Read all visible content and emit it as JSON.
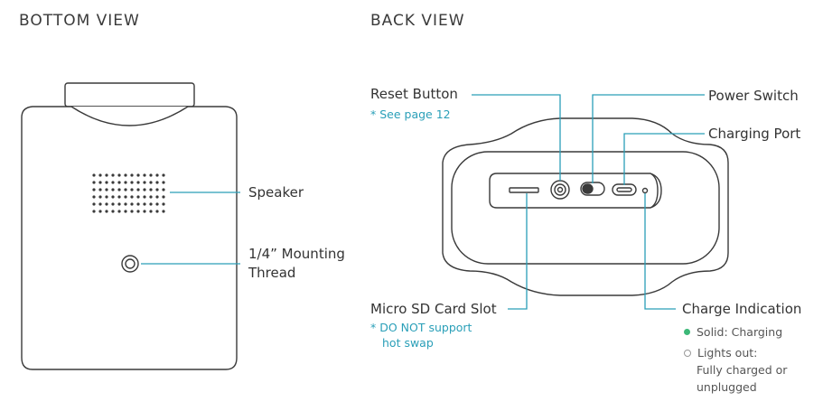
{
  "bottom_view": {
    "title": "BOTTOM VIEW",
    "labels": {
      "speaker": "Speaker",
      "mounting_line1": "1/4” Mounting",
      "mounting_line2": "Thread"
    }
  },
  "back_view": {
    "title": "BACK VIEW",
    "labels": {
      "reset_button": "Reset Button",
      "reset_note": "*  See page 12",
      "power_switch": "Power Switch",
      "charging_port": "Charging Port",
      "micro_sd": "Micro SD Card Slot",
      "micro_sd_note_line1": "*  DO NOT support",
      "micro_sd_note_line2": "hot swap",
      "charge_indication": "Charge Indication",
      "solid": "Solid: Charging",
      "lights_out_line1": "Lights out:",
      "lights_out_line2": "Fully charged or",
      "lights_out_line3": "unplugged"
    }
  },
  "colors": {
    "line": "#2a9fb8",
    "outline": "#3a3a3a",
    "charging_dot": "#3cb878"
  }
}
